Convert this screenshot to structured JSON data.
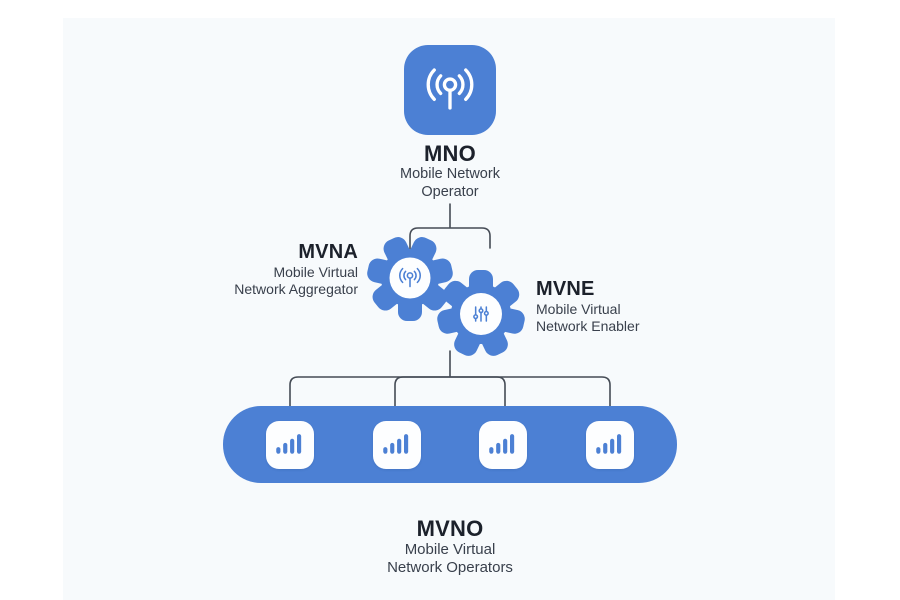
{
  "title": "Mobile network operator hierarchy diagram",
  "colors": {
    "accent_blue": "#4c80d4",
    "panel_bg": "#f7fafc",
    "canvas_bg": "#ffffff",
    "tile_bg": "#fdfeff",
    "heading_text": "#1c212b",
    "subtitle_text": "#39404c",
    "connector_line": "#454b55"
  },
  "nodes": {
    "mno": {
      "abbr": "MNO",
      "full_line1": "Mobile Network",
      "full_line2": "Operator",
      "icon": "broadcast-antenna-icon"
    },
    "mvna": {
      "abbr": "MVNA",
      "full_line1": "Mobile Virtual",
      "full_line2": "Network Aggregator",
      "icon": "gear-broadcast-icon"
    },
    "mvne": {
      "abbr": "MVNE",
      "full_line1": "Mobile Virtual",
      "full_line2": "Network Enabler",
      "icon": "gear-sliders-icon"
    },
    "mvno": {
      "abbr": "MVNO",
      "full_line1": "Mobile Virtual",
      "full_line2": "Network Operators",
      "icon": "signal-bars-icon",
      "operator_count": 4
    }
  }
}
